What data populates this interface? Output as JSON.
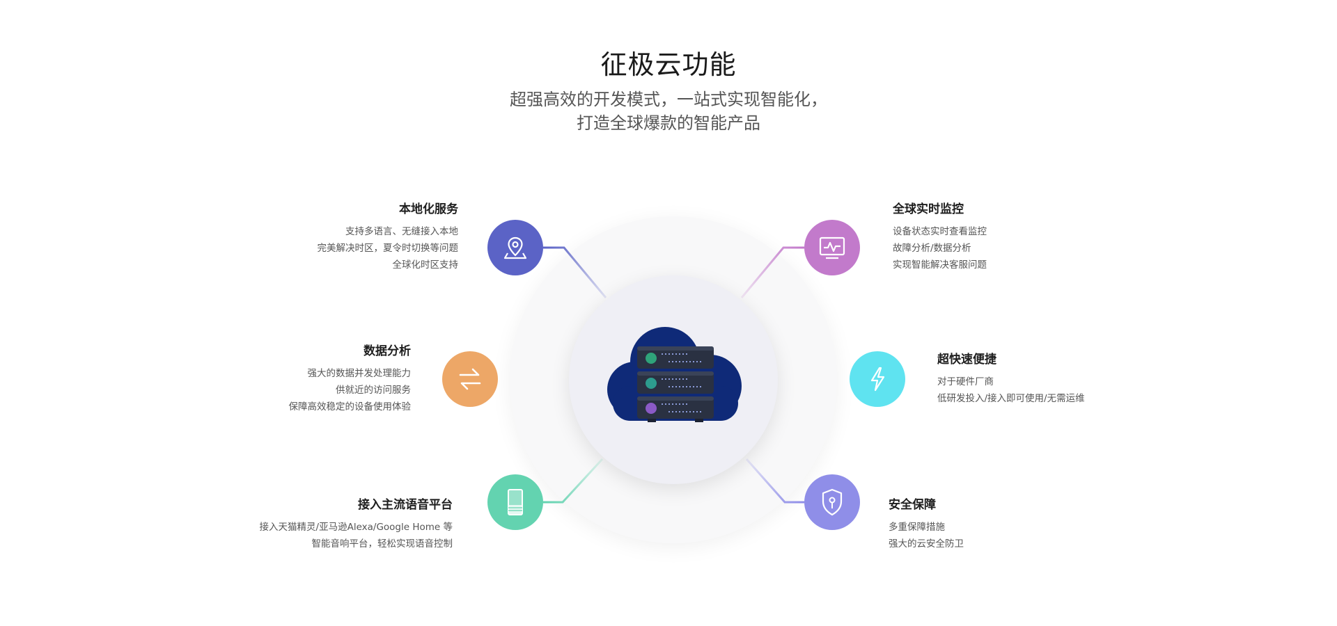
{
  "header": {
    "title": "征极云功能",
    "subtitle_line1": "超强高效的开发模式，一站式实现智能化，",
    "subtitle_line2": "打造全球爆款的智能产品"
  },
  "colors": {
    "localization": "#5b63c6",
    "monitoring": "#c27acb",
    "analytics": "#eda767",
    "fast": "#5fe3f0",
    "voice": "#63d3b0",
    "security": "#8f8ee8",
    "cloud": "#0f2a78"
  },
  "features": {
    "localization": {
      "icon": "map-pin-icon",
      "title": "本地化服务",
      "lines": [
        "支持多语言、无缝接入本地",
        "完美解决时区，夏令时切换等问题",
        "全球化时区支持"
      ]
    },
    "analytics": {
      "icon": "swap-arrows-icon",
      "title": "数据分析",
      "lines": [
        "强大的数据并发处理能力",
        "供就近的访问服务",
        "保障高效稳定的设备使用体验"
      ]
    },
    "voice": {
      "icon": "smart-speaker-icon",
      "title": "接入主流语音平台",
      "lines": [
        "接入天猫精灵/亚马逊Alexa/Google Home 等",
        "智能音响平台，轻松实现语音控制"
      ]
    },
    "monitoring": {
      "icon": "monitor-chart-icon",
      "title": "全球实时监控",
      "lines": [
        "设备状态实时查看监控",
        "故障分析/数据分析",
        "实现智能解决客服问题"
      ]
    },
    "fast": {
      "icon": "lightning-icon",
      "title": "超快速便捷",
      "lines": [
        "对于硬件厂商",
        "低研发投入/接入即可使用/无需运维"
      ]
    },
    "security": {
      "icon": "shield-key-icon",
      "title": "安全保障",
      "lines": [
        "多重保障措施",
        "强大的云安全防卫"
      ]
    }
  }
}
